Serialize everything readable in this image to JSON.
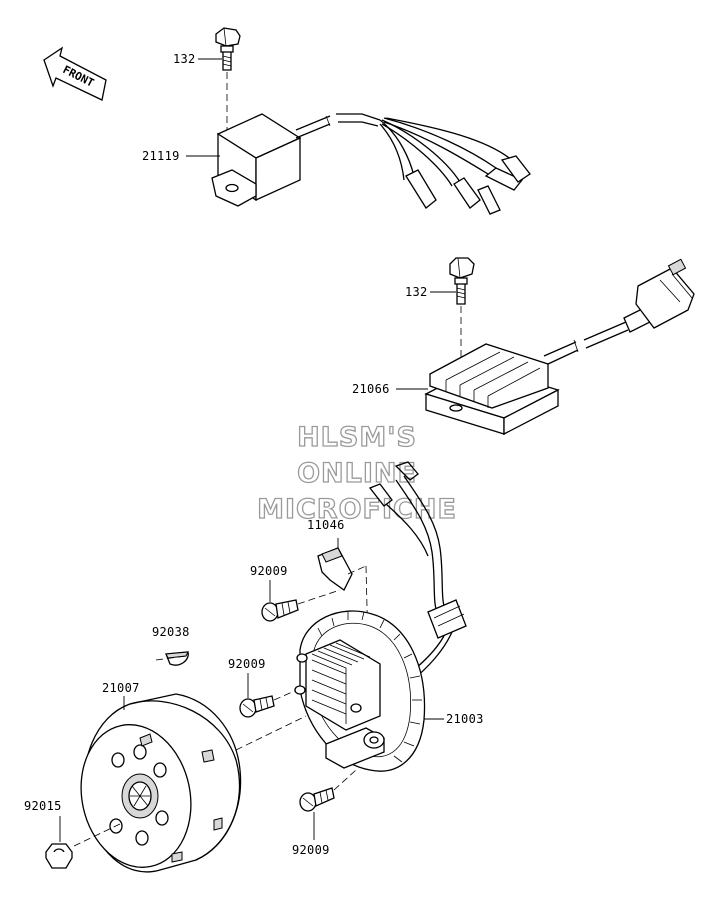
{
  "watermark": {
    "line1": "HLSM'S",
    "line2": "ONLINE",
    "line3": "MICROFICHE"
  },
  "front_arrow": {
    "label": "FRONT"
  },
  "labels": {
    "bolt_cdi": "132",
    "cdi_unit": "21119",
    "bolt_regulator": "132",
    "regulator": "21066",
    "grommet": "11046",
    "screw_upper": "92009",
    "key": "92038",
    "screw_middle": "92009",
    "flywheel": "21007",
    "stator": "21003",
    "nut": "92015",
    "screw_lower": "92009"
  }
}
